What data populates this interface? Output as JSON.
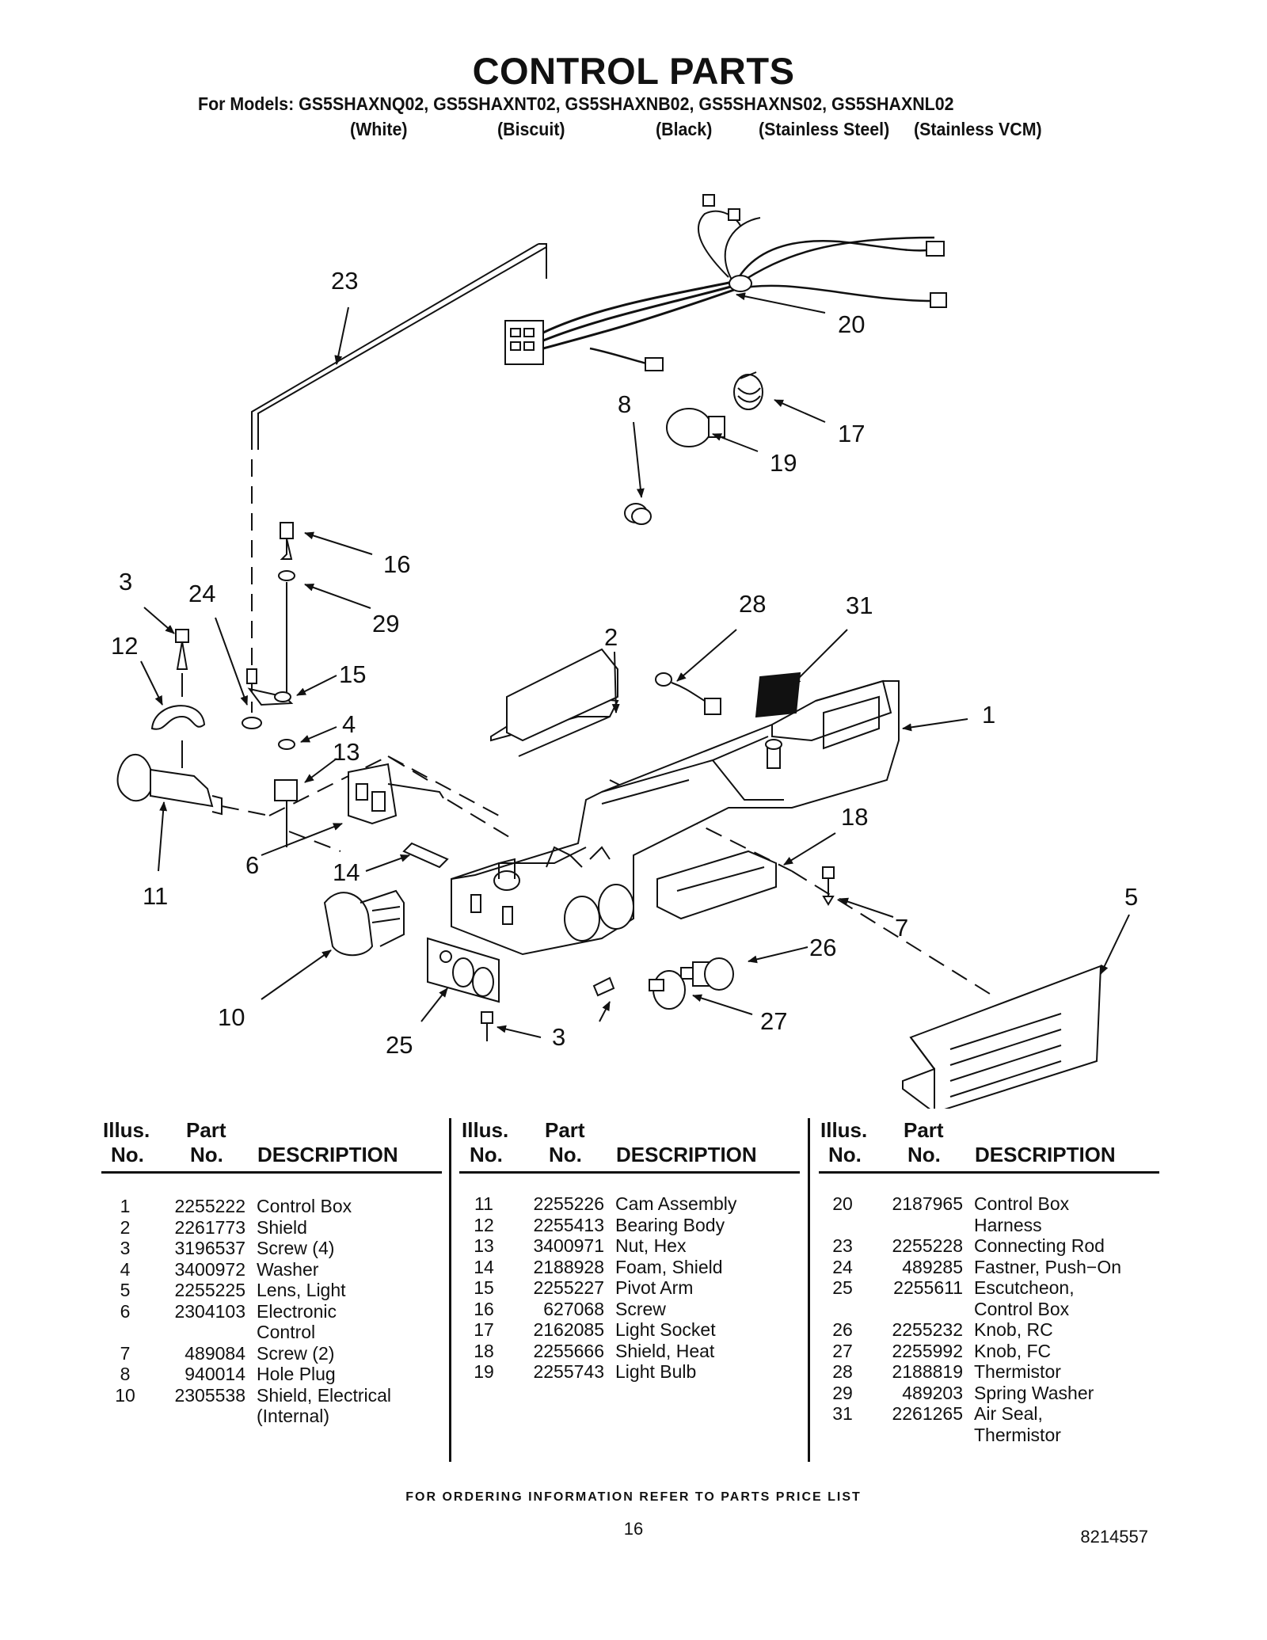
{
  "header": {
    "title": "CONTROL PARTS",
    "models_line": "For Models: GS5SHAXNQ02, GS5SHAXNT02, GS5SHAXNB02, GS5SHAXNS02, GS5SHAXNL02",
    "colors": [
      "(White)",
      "(Biscuit)",
      "(Black)",
      "(Stainless Steel)",
      "(Stainless VCM)"
    ]
  },
  "diagram": {
    "callouts": [
      "23",
      "20",
      "8",
      "17",
      "19",
      "16",
      "3",
      "24",
      "29",
      "12",
      "15",
      "4",
      "13",
      "28",
      "31",
      "2",
      "1",
      "18",
      "6",
      "14",
      "11",
      "5",
      "7",
      "26",
      "10",
      "27",
      "25",
      "3"
    ]
  },
  "table": {
    "headers": {
      "illus_top": "Illus.",
      "illus_bottom": "No.",
      "part_top": "Part",
      "part_bottom": "No.",
      "description": "DESCRIPTION"
    },
    "columns": [
      [
        {
          "no": "1",
          "part": "2255222",
          "desc": "Control Box"
        },
        {
          "no": "2",
          "part": "2261773",
          "desc": "Shield"
        },
        {
          "no": "3",
          "part": "3196537",
          "desc": "Screw (4)"
        },
        {
          "no": "4",
          "part": "3400972",
          "desc": "Washer"
        },
        {
          "no": "5",
          "part": "2255225",
          "desc": "Lens, Light"
        },
        {
          "no": "6",
          "part": "2304103",
          "desc": "Electronic Control"
        },
        {
          "no": "7",
          "part": "489084",
          "desc": "Screw (2)"
        },
        {
          "no": "8",
          "part": "940014",
          "desc": "Hole Plug"
        },
        {
          "no": "10",
          "part": "2305538",
          "desc": "Shield, Electrical (Internal)"
        }
      ],
      [
        {
          "no": "11",
          "part": "2255226",
          "desc": "Cam Assembly"
        },
        {
          "no": "12",
          "part": "2255413",
          "desc": "Bearing Body"
        },
        {
          "no": "13",
          "part": "3400971",
          "desc": "Nut, Hex"
        },
        {
          "no": "14",
          "part": "2188928",
          "desc": "Foam, Shield"
        },
        {
          "no": "15",
          "part": "2255227",
          "desc": "Pivot Arm"
        },
        {
          "no": "16",
          "part": "627068",
          "desc": "Screw"
        },
        {
          "no": "17",
          "part": "2162085",
          "desc": "Light Socket"
        },
        {
          "no": "18",
          "part": "2255666",
          "desc": "Shield, Heat"
        },
        {
          "no": "19",
          "part": "2255743",
          "desc": "Light Bulb"
        }
      ],
      [
        {
          "no": "20",
          "part": "2187965",
          "desc": "Control Box Harness"
        },
        {
          "no": "23",
          "part": "2255228",
          "desc": "Connecting Rod"
        },
        {
          "no": "24",
          "part": "489285",
          "desc": "Fastner, Push−On"
        },
        {
          "no": "25",
          "part": "2255611",
          "desc": "Escutcheon, Control Box"
        },
        {
          "no": "26",
          "part": "2255232",
          "desc": "Knob, RC"
        },
        {
          "no": "27",
          "part": "2255992",
          "desc": "Knob, FC"
        },
        {
          "no": "28",
          "part": "2188819",
          "desc": "Thermistor"
        },
        {
          "no": "29",
          "part": "489203",
          "desc": "Spring Washer"
        },
        {
          "no": "31",
          "part": "2261265",
          "desc": "Air Seal, Thermistor"
        }
      ]
    ]
  },
  "footer": {
    "note": "FOR ORDERING INFORMATION REFER TO PARTS PRICE LIST",
    "page_number": "16",
    "doc_number": "8214557"
  }
}
